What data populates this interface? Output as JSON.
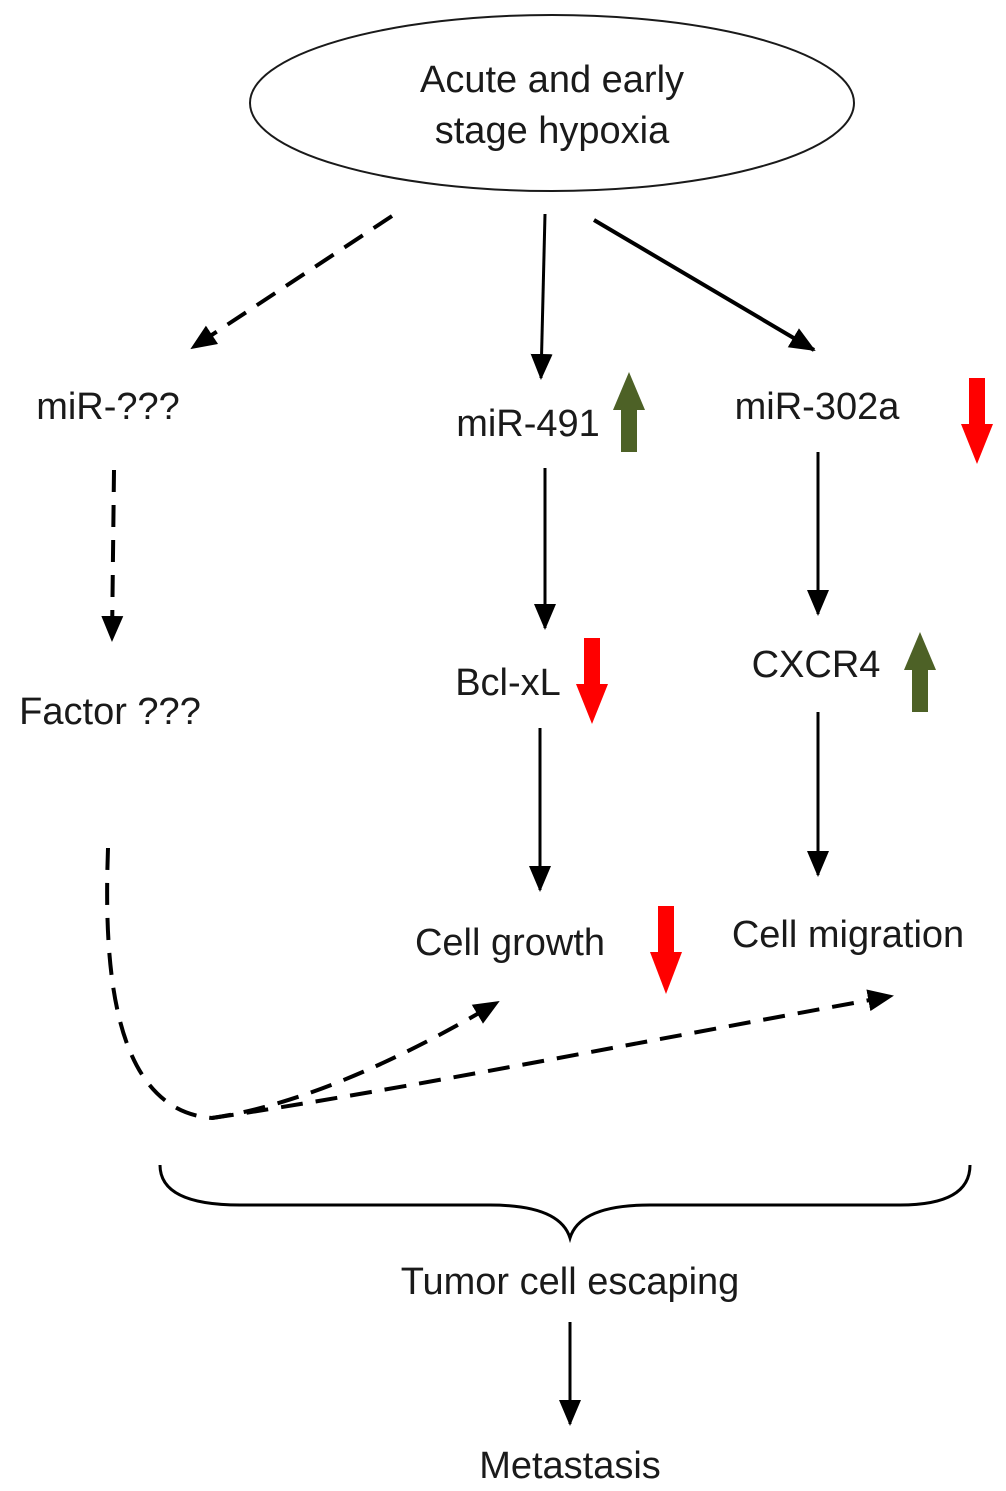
{
  "title_node": {
    "line1": "Acute and early",
    "line2": "stage hypoxia"
  },
  "nodes": {
    "mir_unknown": "miR-???",
    "factor_unknown": "Factor ???",
    "mir_491": "miR-491",
    "mir_302a": "miR-302a",
    "bcl_xl": "Bcl-xL",
    "cxcr4": "CXCR4",
    "cell_growth": "Cell growth",
    "cell_migration": "Cell migration",
    "tumor_escape": "Tumor cell escaping",
    "metastasis": "Metastasis"
  },
  "indicators": {
    "mir_491": "up",
    "mir_302a": "down",
    "bcl_xl": "down",
    "cxcr4": "up",
    "cell_growth": "down"
  },
  "colors": {
    "up_arrow": "#4d6126",
    "down_arrow": "#ff0000",
    "line": "#000000",
    "text": "#1a1a1a"
  }
}
